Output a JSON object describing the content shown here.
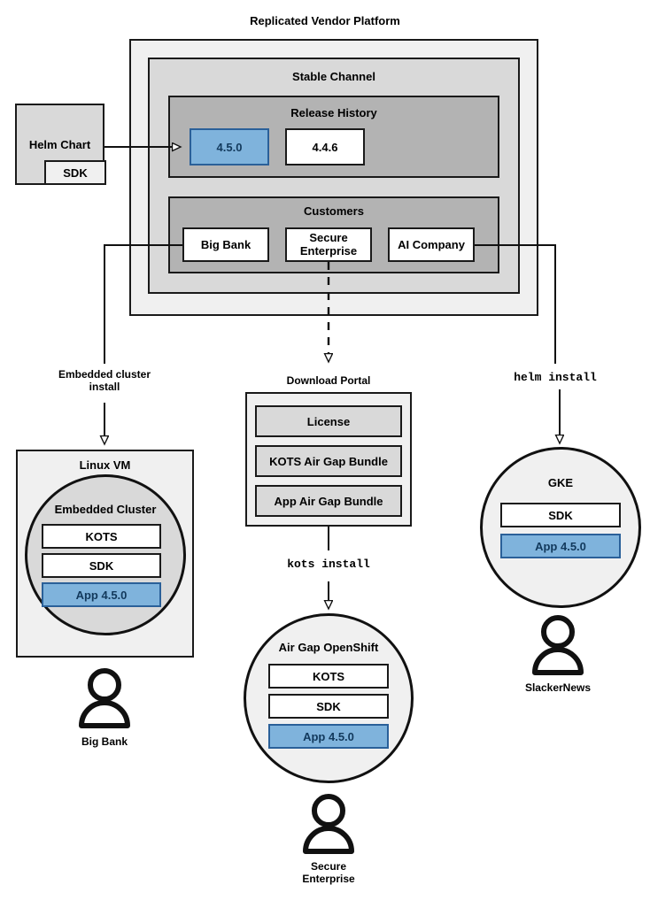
{
  "diagram": {
    "title": "Replicated Vendor Platform",
    "platform": {
      "stable_channel": {
        "title": "Stable Channel",
        "release_history": {
          "title": "Release History",
          "releases": [
            {
              "version": "4.5.0",
              "state": "current",
              "color": "#7fb3dc"
            },
            {
              "version": "4.4.6",
              "state": "previous",
              "color": "#ffffff"
            }
          ]
        },
        "customers": {
          "title": "Customers",
          "items": [
            {
              "name": "Big Bank"
            },
            {
              "name": "Secure\nEnterprise",
              "line1": "Secure",
              "line2": "Enterprise"
            },
            {
              "name": "AI Company"
            }
          ]
        }
      }
    },
    "helm_chart": {
      "title": "Helm Chart",
      "sdk_label": "SDK"
    },
    "flows": [
      {
        "id": "embedded-cluster-install",
        "label_line1": "Embedded cluster",
        "label_line2": "install",
        "mono": false
      },
      {
        "id": "download-portal",
        "label": "Download Portal",
        "mono": false
      },
      {
        "id": "helm-install",
        "label": "helm install",
        "mono": true
      },
      {
        "id": "kots-install",
        "label": "kots install",
        "mono": true
      }
    ],
    "download_portal": {
      "title": "Download Portal",
      "artifacts": [
        "License",
        "KOTS Air Gap Bundle",
        "App Air Gap Bundle"
      ],
      "install_command": "kots install"
    },
    "targets": [
      {
        "id": "linux-vm",
        "host_label": "Linux VM",
        "cluster_label": "Embedded Cluster",
        "components": [
          {
            "label": "KOTS",
            "highlight": false
          },
          {
            "label": "SDK",
            "highlight": false
          },
          {
            "label": "App 4.5.0",
            "highlight": true
          }
        ],
        "customer": "Big Bank"
      },
      {
        "id": "air-gap-openshift",
        "host_label": "Air Gap OpenShift",
        "components": [
          {
            "label": "KOTS",
            "highlight": false
          },
          {
            "label": "SDK",
            "highlight": false
          },
          {
            "label": "App 4.5.0",
            "highlight": true
          }
        ],
        "customer_line1": "Secure",
        "customer_line2": "Enterprise"
      },
      {
        "id": "gke",
        "host_label": "GKE",
        "components": [
          {
            "label": "SDK",
            "highlight": false
          },
          {
            "label": "App 4.5.0",
            "highlight": true
          }
        ],
        "customer": "SlackerNews"
      }
    ],
    "colors": {
      "highlight_fill": "#7fb3dc",
      "highlight_border": "#2a6099",
      "panel_outer": "#f0f0f0",
      "panel_channel": "#d9d9d9",
      "panel_inner": "#b3b3b3",
      "stroke": "#1a1a1a"
    }
  }
}
